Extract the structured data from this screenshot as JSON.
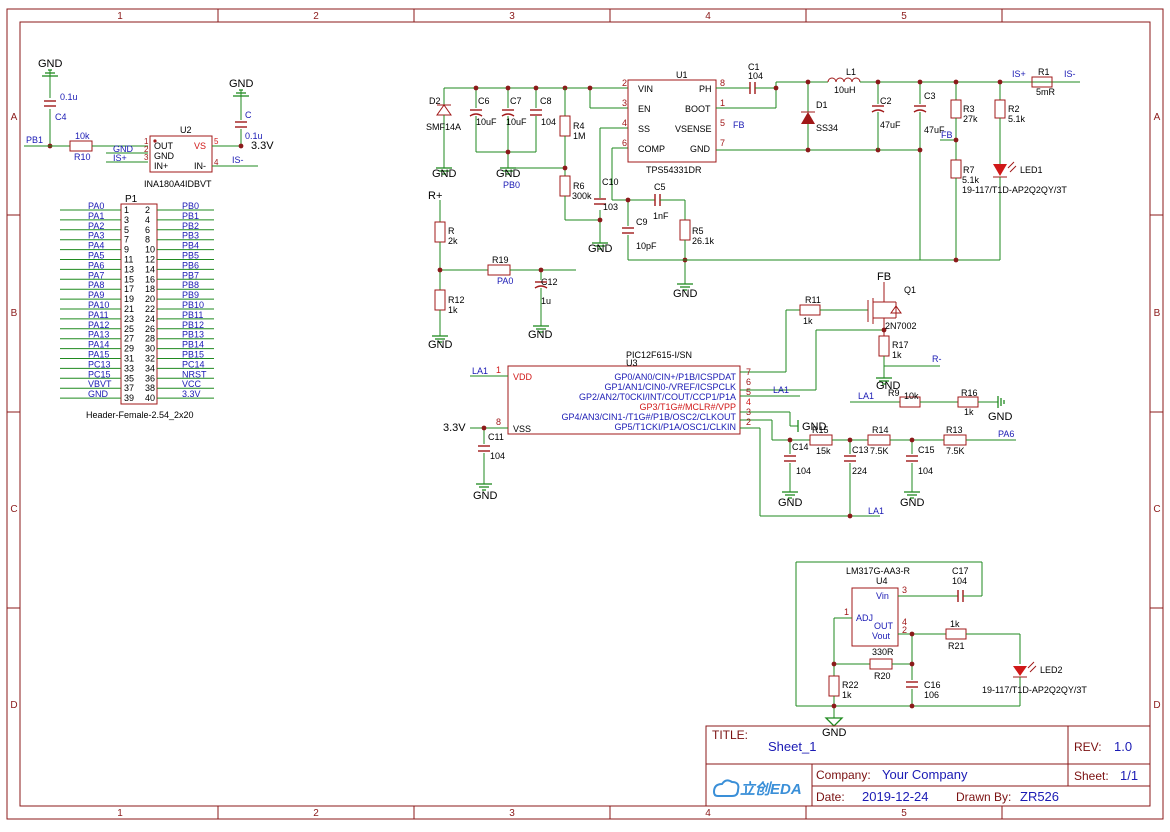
{
  "border": {
    "columns": [
      "1",
      "2",
      "3",
      "4",
      "5"
    ],
    "rows": [
      "A",
      "B",
      "C",
      "D"
    ]
  },
  "title_block": {
    "title_label": "TITLE:",
    "title": "Sheet_1",
    "rev_label": "REV:",
    "rev": "1.0",
    "company_label": "Company:",
    "company": "Your Company",
    "sheet_label": "Sheet:",
    "sheet": "1/1",
    "date_label": "Date:",
    "date": "2019-12-24",
    "drawn_label": "Drawn By:",
    "drawn": "ZR526",
    "logo_text": "立创EDA"
  },
  "colors": {
    "border": "#8b1a1a",
    "wire": "#1f8a1f",
    "component": "#a01818",
    "label_blue": "#1a1ab4",
    "junction": "#8b1a1a",
    "pin_red": "#d01818"
  },
  "parts": {
    "c4": {
      "ref": "C4",
      "val": "0.1u",
      "gnd": "GND"
    },
    "u2": {
      "ref": "U2",
      "name": "INA180A4IDBVT",
      "p1": "1",
      "p2": "2",
      "p3": "3",
      "p4": "4",
      "p5": "5",
      "out": "OUT",
      "gnd": "GND",
      "inp": "IN+",
      "vs": "VS",
      "inm": "IN-"
    },
    "r10": {
      "ref": "R10",
      "val": "10k"
    },
    "c_u2": {
      "ref": "C",
      "val": "0.1u",
      "gnd": "GND",
      "supply": "3.3V"
    },
    "nets_u2": {
      "pb1": "PB1",
      "gnd": "GND",
      "isp": "IS+",
      "ism": "IS-"
    },
    "u1": {
      "ref": "U1",
      "name": "TPS54331DR",
      "vin": "VIN",
      "en": "EN",
      "ss": "SS",
      "comp": "COMP",
      "ph": "PH",
      "boot": "BOOT",
      "vsense": "VSENSE",
      "gnd": "GND",
      "p2": "2",
      "p3": "3",
      "p4": "4",
      "p6": "6",
      "p8": "8",
      "p1": "1",
      "p5": "5",
      "p7": "7"
    },
    "d2": {
      "ref": "D2",
      "val": "SMF14A"
    },
    "c6": {
      "ref": "C6",
      "val": "10uF"
    },
    "c7": {
      "ref": "C7",
      "val": "10uF"
    },
    "c8": {
      "ref": "C8",
      "val": "104"
    },
    "r4": {
      "ref": "R4",
      "val": "1M"
    },
    "r6": {
      "ref": "R6",
      "val": "300k"
    },
    "c10": {
      "ref": "C10",
      "val": "103"
    },
    "c5": {
      "ref": "C5",
      "val": "1nF"
    },
    "c9": {
      "ref": "C9",
      "val": "10pF"
    },
    "r5": {
      "ref": "R5",
      "val": "26.1k"
    },
    "c1": {
      "ref": "C1",
      "val": "104"
    },
    "l1": {
      "ref": "L1",
      "val": "10uH"
    },
    "d1": {
      "ref": "D1",
      "val": "SS34"
    },
    "c2": {
      "ref": "C2",
      "val": "47uF"
    },
    "c3": {
      "ref": "C3",
      "val": "47uF"
    },
    "r3": {
      "ref": "R3",
      "val": "27k"
    },
    "r7": {
      "ref": "R7",
      "val": "5.1k"
    },
    "r1": {
      "ref": "R1",
      "val": "5mR"
    },
    "r2": {
      "ref": "R2",
      "val": "5.1k"
    },
    "led1": {
      "ref": "LED1",
      "val": "19-117/T1D-AP2Q2QY/3T"
    },
    "nets_buck": {
      "pb0": "PB0",
      "fb": "FB",
      "fb2": "FB",
      "isp": "IS+",
      "ism": "IS-",
      "gnd1": "GND",
      "gnd2": "GND",
      "gnd3": "GND",
      "gnd4": "GND"
    },
    "r_rp": {
      "ref": "R",
      "val": "2k"
    },
    "r12": {
      "ref": "R12",
      "val": "1k"
    },
    "r19": {
      "ref": "R19",
      "net": "PA0"
    },
    "c12": {
      "ref": "C12",
      "val": "1u"
    },
    "nets_rp": {
      "rplus": "R+",
      "gnd1": "GND",
      "gnd2": "GND"
    },
    "q1": {
      "ref": "Q1",
      "val": "2N7002",
      "fb": "FB",
      "gnd": "GND",
      "rminus": "R-"
    },
    "r11": {
      "ref": "R11",
      "val": "1k"
    },
    "r17": {
      "ref": "R17",
      "val": "1k"
    },
    "r9": {
      "ref": "R9",
      "val": "10k",
      "net": "LA1"
    },
    "r16": {
      "ref": "R16",
      "val": "1k",
      "gnd": "GND"
    },
    "u3": {
      "ref": "U3",
      "name": "PIC12F615-I/SN",
      "vdd": "VDD",
      "vss": "VSS",
      "gp0": "GP0/AN0/CIN+/P1B/ICSPDAT",
      "gp1": "GP1/AN1/CIN0-/VREF/ICSPCLK",
      "gp2": "GP2/AN2/T0CKI/INT/COUT/CCP1/P1A",
      "gp3": "GP3/T1G#/MCLR#/VPP",
      "gp4": "GP4/AN3/CIN1-/T1G#/P1B/OSC2/CLKOUT",
      "gp5": "GP5/T1CKI/P1A/OSC1/CLKIN",
      "p1": "1",
      "p8": "8",
      "p7": "7",
      "p6": "6",
      "p5": "5",
      "p4": "4",
      "p3": "3",
      "p2": "2"
    },
    "c11": {
      "ref": "C11",
      "val": "104",
      "supply": "3.3V",
      "gnd": "GND"
    },
    "r15": {
      "ref": "R15",
      "val": "15k"
    },
    "r14": {
      "ref": "R14",
      "val": "7.5K"
    },
    "r13": {
      "ref": "R13",
      "val": "7.5K"
    },
    "c14": {
      "ref": "C14",
      "val": "104"
    },
    "c13": {
      "ref": "C13",
      "val": "224"
    },
    "c15": {
      "ref": "C15",
      "val": "104"
    },
    "nets_pic": {
      "la1a": "LA1",
      "la1b": "LA1",
      "la1c": "LA1",
      "pa6": "PA6",
      "gnd1": "GND",
      "gnd2": "GND",
      "gnd3": "GND",
      "gnd4": "GND"
    },
    "u4": {
      "ref": "U4",
      "name": "LM317G-AA3-R",
      "vin": "Vin",
      "adj": "ADJ",
      "out": "OUT",
      "vout": "Vout",
      "p3": "3",
      "p1": "1",
      "p4": "4",
      "p2": "2"
    },
    "c17": {
      "ref": "C17",
      "val": "104"
    },
    "r21": {
      "ref": "R21",
      "val": "1k"
    },
    "r20": {
      "ref": "R20",
      "val": "330R"
    },
    "r22": {
      "ref": "R22",
      "val": "1k"
    },
    "c16": {
      "ref": "C16",
      "val": "106"
    },
    "led2": {
      "ref": "LED2",
      "val": "19-117/T1D-AP2Q2QY/3T"
    },
    "gnd_ldo": "GND"
  },
  "header": {
    "ref": "P1",
    "name": "Header-Female-2.54_2x20",
    "rows": [
      {
        "l": "PA0",
        "a": "1",
        "b": "2",
        "r": "PB0"
      },
      {
        "l": "PA1",
        "a": "3",
        "b": "4",
        "r": "PB1"
      },
      {
        "l": "PA2",
        "a": "5",
        "b": "6",
        "r": "PB2"
      },
      {
        "l": "PA3",
        "a": "7",
        "b": "8",
        "r": "PB3"
      },
      {
        "l": "PA4",
        "a": "9",
        "b": "10",
        "r": "PB4"
      },
      {
        "l": "PA5",
        "a": "11",
        "b": "12",
        "r": "PB5"
      },
      {
        "l": "PA6",
        "a": "13",
        "b": "14",
        "r": "PB6"
      },
      {
        "l": "PA7",
        "a": "15",
        "b": "16",
        "r": "PB7"
      },
      {
        "l": "PA8",
        "a": "17",
        "b": "18",
        "r": "PB8"
      },
      {
        "l": "PA9",
        "a": "19",
        "b": "20",
        "r": "PB9"
      },
      {
        "l": "PA10",
        "a": "21",
        "b": "22",
        "r": "PB10"
      },
      {
        "l": "PA11",
        "a": "23",
        "b": "24",
        "r": "PB11"
      },
      {
        "l": "PA12",
        "a": "25",
        "b": "26",
        "r": "PB12"
      },
      {
        "l": "PA13",
        "a": "27",
        "b": "28",
        "r": "PB13"
      },
      {
        "l": "PA14",
        "a": "29",
        "b": "30",
        "r": "PB14"
      },
      {
        "l": "PA15",
        "a": "31",
        "b": "32",
        "r": "PB15"
      },
      {
        "l": "PC13",
        "a": "33",
        "b": "34",
        "r": "PC14"
      },
      {
        "l": "PC15",
        "a": "35",
        "b": "36",
        "r": "NRST"
      },
      {
        "l": "VBVT",
        "a": "37",
        "b": "38",
        "r": "VCC"
      },
      {
        "l": "GND",
        "a": "39",
        "b": "40",
        "r": "3.3V"
      }
    ]
  }
}
